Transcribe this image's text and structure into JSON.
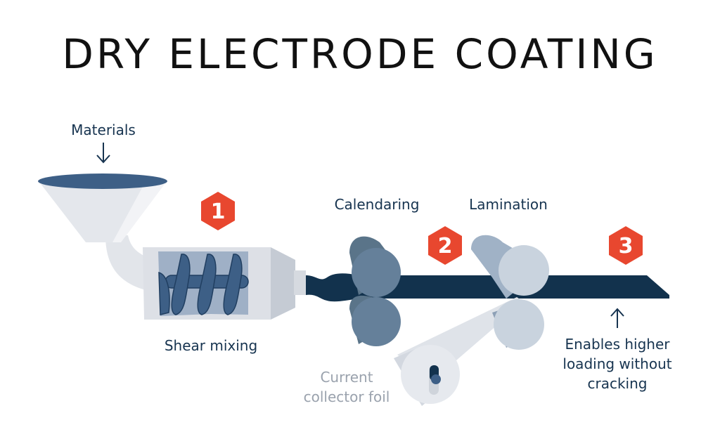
{
  "title": "DRY ELECTRODE COATING",
  "labels": {
    "materials": "Materials",
    "shear_mixing": "Shear mixing",
    "calendaring": "Calendaring",
    "lamination": "Lamination",
    "foil_line1": "Current",
    "foil_line2": "collector foil",
    "enables_line1": "Enables higher",
    "enables_line2": "loading without",
    "enables_line3": "cracking"
  },
  "steps": [
    "1",
    "2",
    "3"
  ],
  "colors": {
    "badge": "#e8472f",
    "electrode_film": "#12324d",
    "screw": "#3d5f86",
    "calendar_roller": "#5f7a8f",
    "lamination_roller": "#c9d3de"
  }
}
